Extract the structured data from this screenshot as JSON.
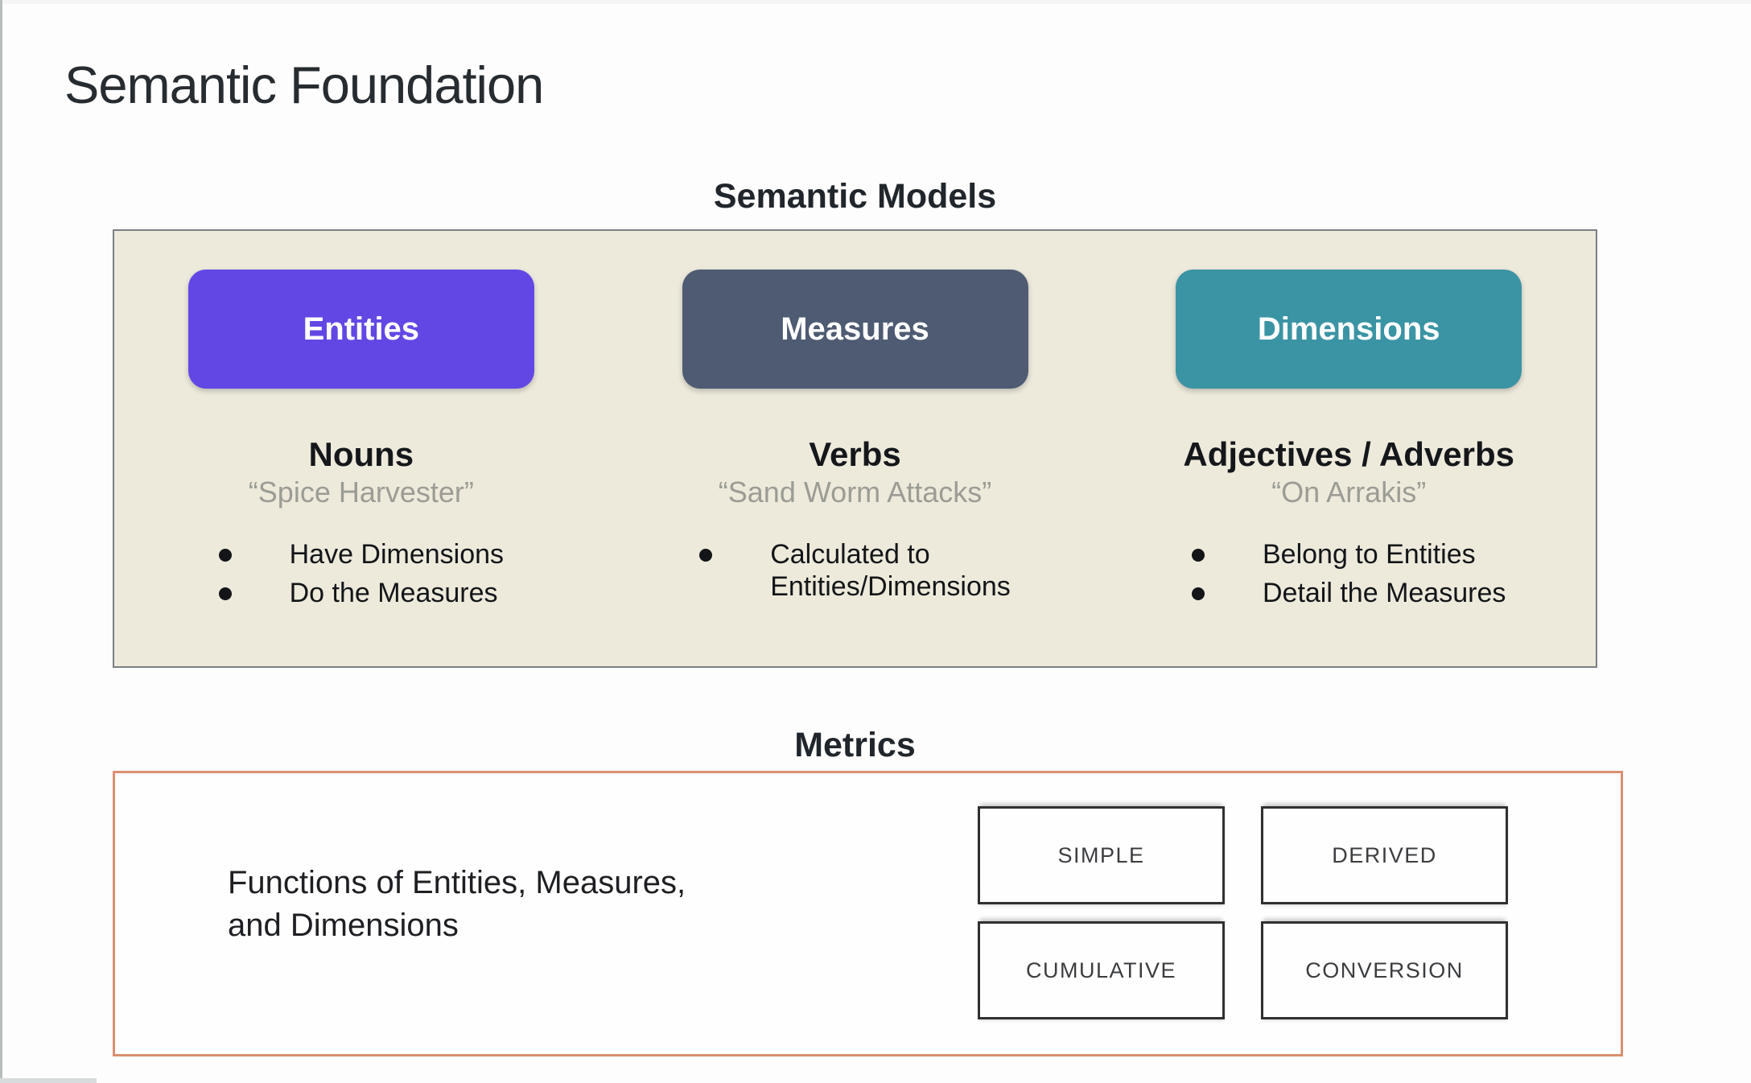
{
  "slide": {
    "title": "Semantic Foundation",
    "background_color": "#fcfdfc"
  },
  "semantic_models": {
    "heading": "Semantic Models",
    "panel_background": "#edeadc",
    "columns": [
      {
        "pill": "Entities",
        "pill_color": "#6347e5",
        "heading": "Nouns",
        "quote": "“Spice Harvester”",
        "bullets": [
          "Have Dimensions",
          "Do the Measures"
        ]
      },
      {
        "pill": "Measures",
        "pill_color": "#4e5b72",
        "heading": "Verbs",
        "quote": "“Sand Worm Attacks”",
        "bullets": [
          "Calculated to\nEntities/Dimensions"
        ]
      },
      {
        "pill": "Dimensions",
        "pill_color": "#3b94a4",
        "heading": "Adjectives / Adverbs",
        "quote": "“On Arrakis”",
        "bullets": [
          "Belong to Entities",
          "Detail the Measures"
        ]
      }
    ]
  },
  "metrics": {
    "heading": "Metrics",
    "border_color": "#db8e72",
    "description": "Functions of Entities, Measures,\nand Dimensions",
    "cards": [
      "SIMPLE",
      "DERIVED",
      "CUMULATIVE",
      "CONVERSION"
    ]
  }
}
